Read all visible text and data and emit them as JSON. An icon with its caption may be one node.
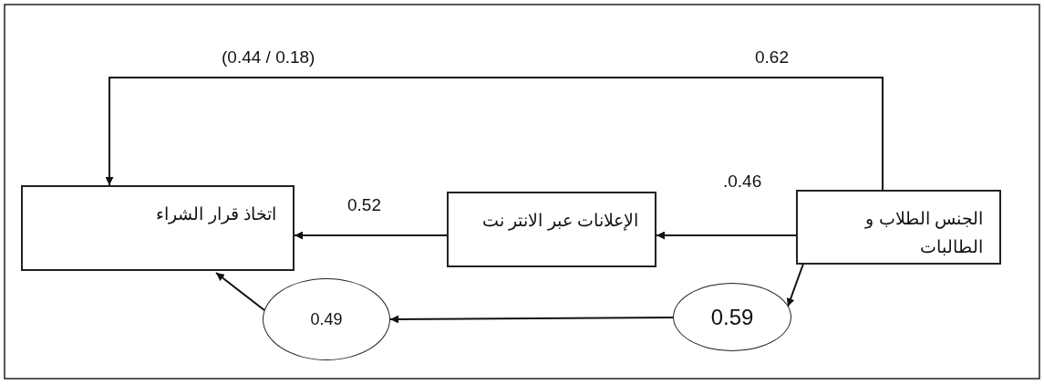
{
  "diagram": {
    "nodes": [
      {
        "text": [
          "اتخاذ قرار الشراء"
        ]
      },
      {
        "text": [
          "الإعلانات عبر الانتر نت"
        ]
      },
      {
        "text": [
          "الجنس الطلاب و الطالبات"
        ]
      },
      {
        "text": [
          "0.59"
        ]
      },
      {
        "text": [
          "0.49"
        ]
      }
    ],
    "edges": [
      {
        "from": 2,
        "to": 1,
        "arrow": "to",
        "label": ".0.46"
      },
      {
        "from": 1,
        "to": 0,
        "arrow": "to",
        "label": "0.52"
      },
      {
        "from": 2,
        "to": 0,
        "arrow": "to",
        "label": "0.62"
      },
      {
        "from": 2,
        "to": 3,
        "arrow": "to"
      },
      {
        "from": 3,
        "to": 4,
        "arrow": "to"
      },
      {
        "from": 4,
        "to": 0,
        "arrow": "to"
      }
    ],
    "labels": [
      "(0.44 / 0.18)"
    ]
  }
}
